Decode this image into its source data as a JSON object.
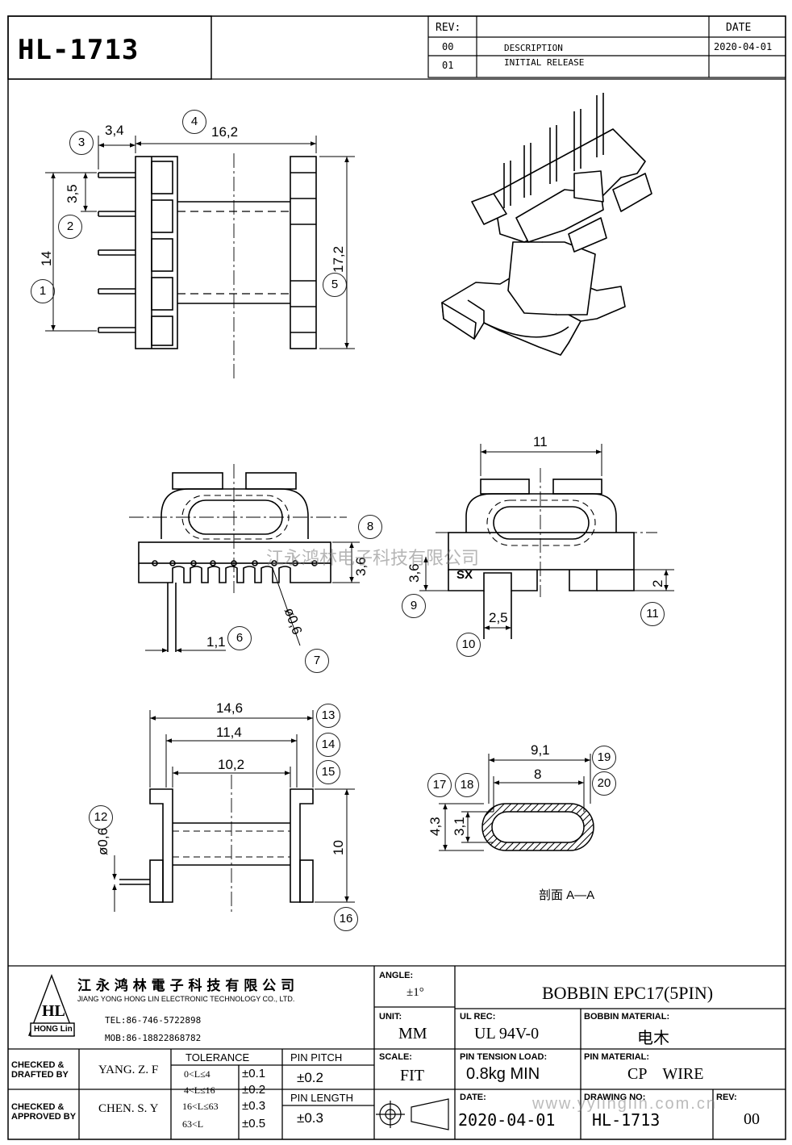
{
  "part_number": "HL-1713",
  "revision_block": {
    "rev_label": "REV:",
    "date_label": "DATE",
    "rows": [
      {
        "rev": "00",
        "description": "DESCRIPTION",
        "date": "2020-04-01"
      },
      {
        "rev": "01",
        "description": "INITIAL RELEASE",
        "date": ""
      }
    ]
  },
  "dimensions": {
    "d3_4": "3,4",
    "d16_2": "16,2",
    "d3_5": "3,5",
    "d14": "14",
    "d17_2": "17,2",
    "d11": "11",
    "d3_6a": "3,6",
    "d3_6b": "3,6",
    "d2": "2",
    "d2_5": "2,5",
    "d1_1": "1,1",
    "d0_6a": "0,6",
    "d14_6": "14,6",
    "d11_4": "11,4",
    "d10_2": "10,2",
    "d10": "10",
    "d0_6b": "0,6",
    "d9_1": "9,1",
    "d8": "8",
    "d4_3": "4,3",
    "d3_1": "3,1",
    "sx_mark": "SX",
    "section_label": "剖面 A—A"
  },
  "balloons": [
    "1",
    "2",
    "3",
    "4",
    "5",
    "6",
    "7",
    "8",
    "9",
    "10",
    "11",
    "12",
    "13",
    "14",
    "15",
    "16",
    "17",
    "18",
    "19",
    "20"
  ],
  "watermark": "江永鸿林电子科技有限公司",
  "watermark_url": "www.yylinglin.com.cn",
  "title_block": {
    "company_cn": "江 永 鸿 林 電 子 科 技 有 限 公 司",
    "company_en": "JIANG YONG HONG LIN ELECTRONIC TECHNOLOGY CO., LTD.",
    "tel": "TEL:86-746-5722898",
    "mob": "MOB:86-18822868782",
    "logo_text": "HL",
    "logo_sub": "HONG Lin",
    "angle_label": "ANGLE:",
    "angle_value": "±1°",
    "title": "BOBBIN EPC17(5PIN)",
    "unit_label": "UNIT:",
    "unit_value": "MM",
    "ul_label": "UL REC:",
    "ul_value": "UL 94V-0",
    "bobbin_mat_label": "BOBBIN MATERIAL:",
    "bobbin_mat_value": "电木",
    "scale_label": "SCALE:",
    "scale_value": "FIT",
    "pin_tension_label": "PIN TENSION LOAD:",
    "pin_tension_value": "0.8kg MIN",
    "pin_mat_label": "PIN MATERIAL:",
    "pin_mat_value": "CP    WIRE",
    "date_label": "DATE:",
    "date_value": "2020-04-01",
    "drawing_no_label": "DRAWING NO:",
    "drawing_no_value": "HL-1713",
    "rev_label": "REV:",
    "rev_value": "00",
    "checked_drafted": "CHECKED &\nDRAFTED BY",
    "drafter": "YANG. Z. F",
    "checked_approved": "CHECKED &\nAPPROVED BY",
    "approver": "CHEN. S. Y",
    "tolerance_label": "TOLERANCE",
    "tolerance_rows": [
      {
        "range": "0<L≤4",
        "tol": "±0.1"
      },
      {
        "range": "4<L≤16",
        "tol": "±0.2"
      },
      {
        "range": "16<L≤63",
        "tol": "±0.3"
      },
      {
        "range": "63<L",
        "tol": "±0.5"
      }
    ],
    "pin_pitch_label": "PIN PITCH",
    "pin_pitch_value": "±0.2",
    "pin_length_label": "PIN LENGTH",
    "pin_length_value": "±0.3"
  }
}
